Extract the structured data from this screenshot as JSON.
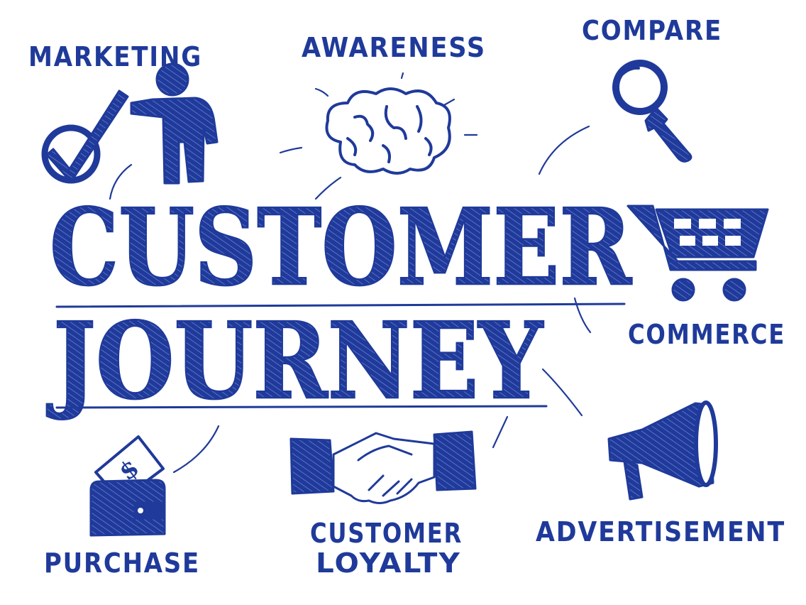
{
  "center": {
    "line1": "CUSTOMER",
    "line2": "JOURNEY"
  },
  "labels": {
    "marketing": "MARKETING",
    "awareness": "AWARENESS",
    "compare": "COMPARE",
    "commerce": "COMMERCE",
    "advertisement": "ADVERTISEMENT",
    "loyalty_line1": "CUSTOMER",
    "loyalty_line2": "LOYALTY",
    "purchase": "PURCHASE"
  },
  "money_symbol": "$",
  "icons": [
    "checkmark-icon",
    "person-pointing-icon",
    "brain-icon",
    "magnifier-icon",
    "shopping-cart-icon",
    "megaphone-icon",
    "handshake-icon",
    "wallet-icon"
  ],
  "colors": {
    "ink": "#1f3a9a",
    "hatch": "#5b74c9",
    "background": "#ffffff"
  }
}
